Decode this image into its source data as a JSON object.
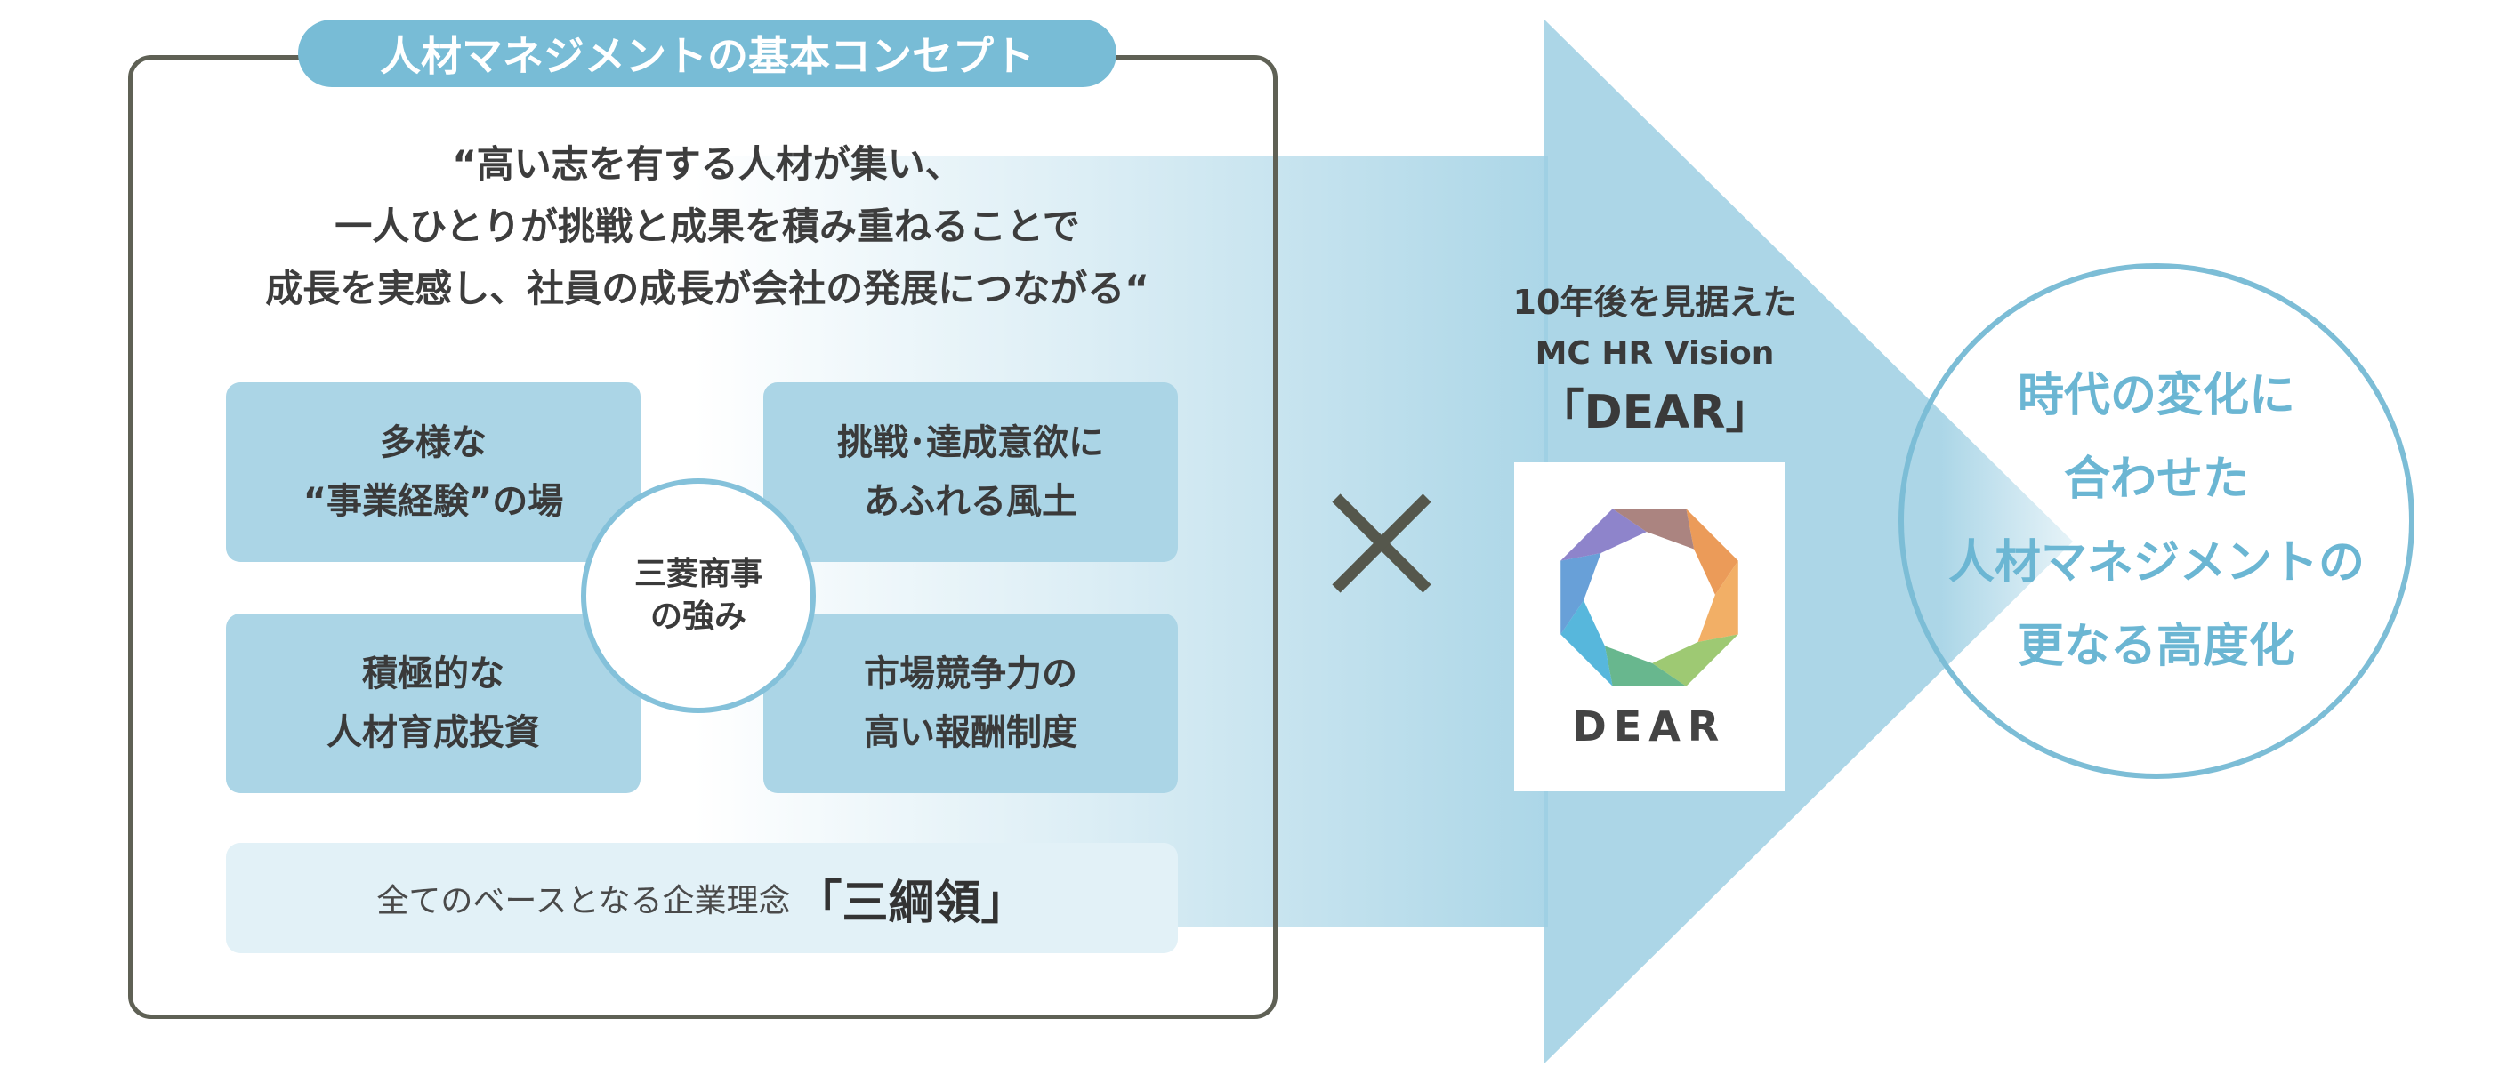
{
  "colors": {
    "frame_border": "#5f6155",
    "pill_bg": "#78bcd6",
    "box_bg": "#abd5e6",
    "base_bg": "#e2f1f7",
    "arrow": "#9dcfe3",
    "circle_text": "#6bb6d3"
  },
  "concept": {
    "title": "人材マネジメントの基本コンセプト",
    "quote_lines": [
      "“高い志を有する人材が集い、",
      "一人ひとりが挑戦と成果を積み重ねることで",
      "成長を実感し、社員の成長が会社の発展につながる“"
    ],
    "strengths": [
      {
        "line1": "多様な",
        "line2": "“事業経験”の場"
      },
      {
        "line1": "挑戦･達成意欲に",
        "line2": "あふれる風土"
      },
      {
        "line1": "積極的な",
        "line2": "人材育成投資"
      },
      {
        "line1": "市場競争力の",
        "line2": "高い報酬制度"
      }
    ],
    "center": {
      "line1": "三菱商事",
      "line2": "の強み"
    },
    "base": {
      "prefix": "全てのベースとなる企業理念",
      "highlight": "「三綱領」"
    }
  },
  "operator": "multiply-icon",
  "vision": {
    "line1": "10年後を見据えた",
    "line2": "MC HR Vision",
    "line3": "「DEAR」",
    "logo_text": "DEAR",
    "logo_icon": "octagon-ring-icon"
  },
  "result": {
    "lines": [
      "時代の変化に",
      "合わせた",
      "人材マネジメントの",
      "更なる高度化"
    ]
  }
}
